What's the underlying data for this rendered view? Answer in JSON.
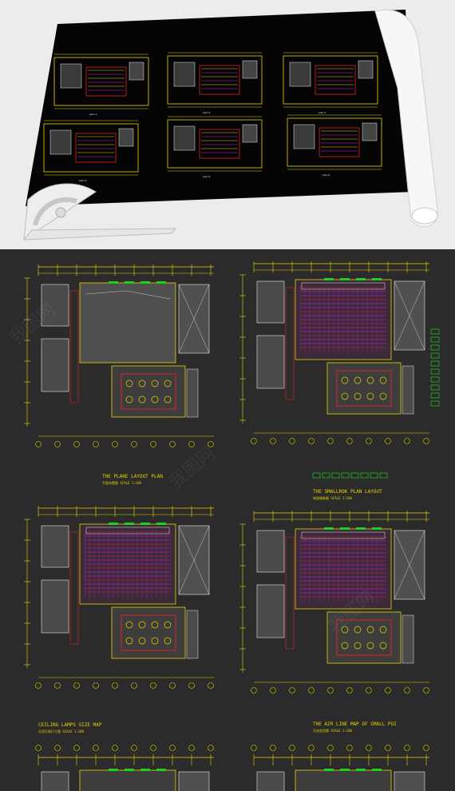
{
  "preview": {
    "sheets": [
      {
        "title": "plan 1"
      },
      {
        "title": "plan 2"
      },
      {
        "title": "plan 3"
      },
      {
        "title": "plan 4"
      },
      {
        "title": "plan 5"
      },
      {
        "title": "plan 6"
      }
    ]
  },
  "drawings": [
    {
      "caption": "THE PLANE LAYOUT PLAN",
      "subcaption": "平面布置图 SCALE 1:100"
    },
    {
      "caption": "THE SMALLROK PLAN LAYOUT",
      "subcaption": "地面铺装图 SCALE 1:100"
    },
    {
      "caption": "CEILING LAMPS SIZE MAP",
      "subcaption": "天花灯具尺寸图 SCALE 1:100"
    },
    {
      "caption": "THE AIR LINE MAP OF SMALL POI",
      "subcaption": "天花造型图 SCALE 1:100"
    }
  ],
  "watermark": {
    "text": "我图网"
  },
  "colors": {
    "yellow": "#e8d400",
    "red": "#e02020",
    "magenta": "#d020d0",
    "green": "#20d020",
    "cyan": "#20c0d0",
    "white": "#e8e8e8"
  }
}
